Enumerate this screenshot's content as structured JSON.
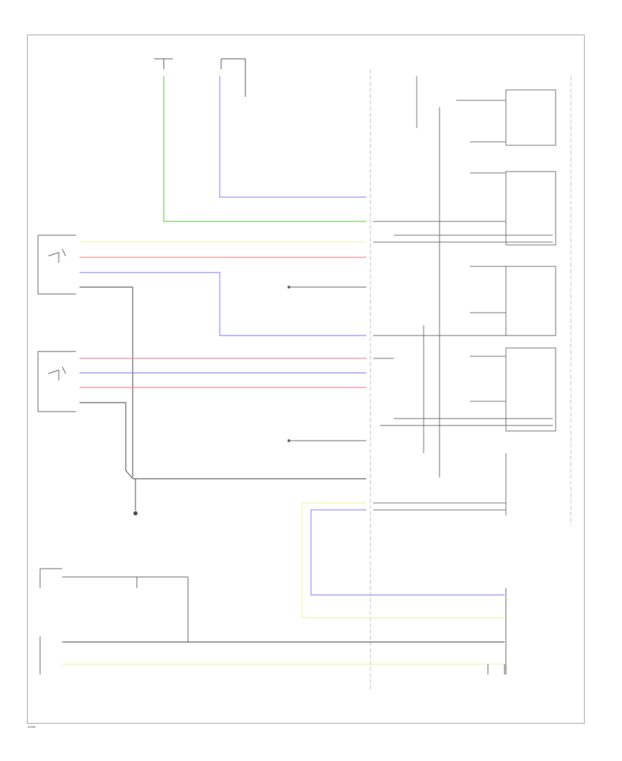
{
  "footer": {
    "code": "A0088"
  },
  "colors": {
    "grn": "#63c94a",
    "blu": "#8a86ff",
    "yel": "#f2f2a0",
    "red": "#f2838a",
    "blu_red_blue": "#7f7fe6",
    "blk": "#555555",
    "frame": "#9a9a9a"
  },
  "wires": [
    {
      "id": "grn-main",
      "color": "grn"
    },
    {
      "id": "blu-main",
      "color": "blu"
    },
    {
      "id": "yel-upper",
      "color": "yel"
    },
    {
      "id": "red-upper",
      "color": "red"
    },
    {
      "id": "blu-sensor",
      "color": "blu"
    },
    {
      "id": "blk-upper",
      "color": "blk"
    },
    {
      "id": "red-lower-1",
      "color": "red"
    },
    {
      "id": "blu-lower",
      "color": "blu_red_blue"
    },
    {
      "id": "red-lower-2",
      "color": "red"
    },
    {
      "id": "blk-lower",
      "color": "blk"
    },
    {
      "id": "blk-ground",
      "color": "blk"
    },
    {
      "id": "yel-can",
      "color": "yel"
    },
    {
      "id": "blu-can",
      "color": "blu"
    },
    {
      "id": "blk-bottom",
      "color": "blk"
    },
    {
      "id": "yel-bottom",
      "color": "yel"
    }
  ]
}
